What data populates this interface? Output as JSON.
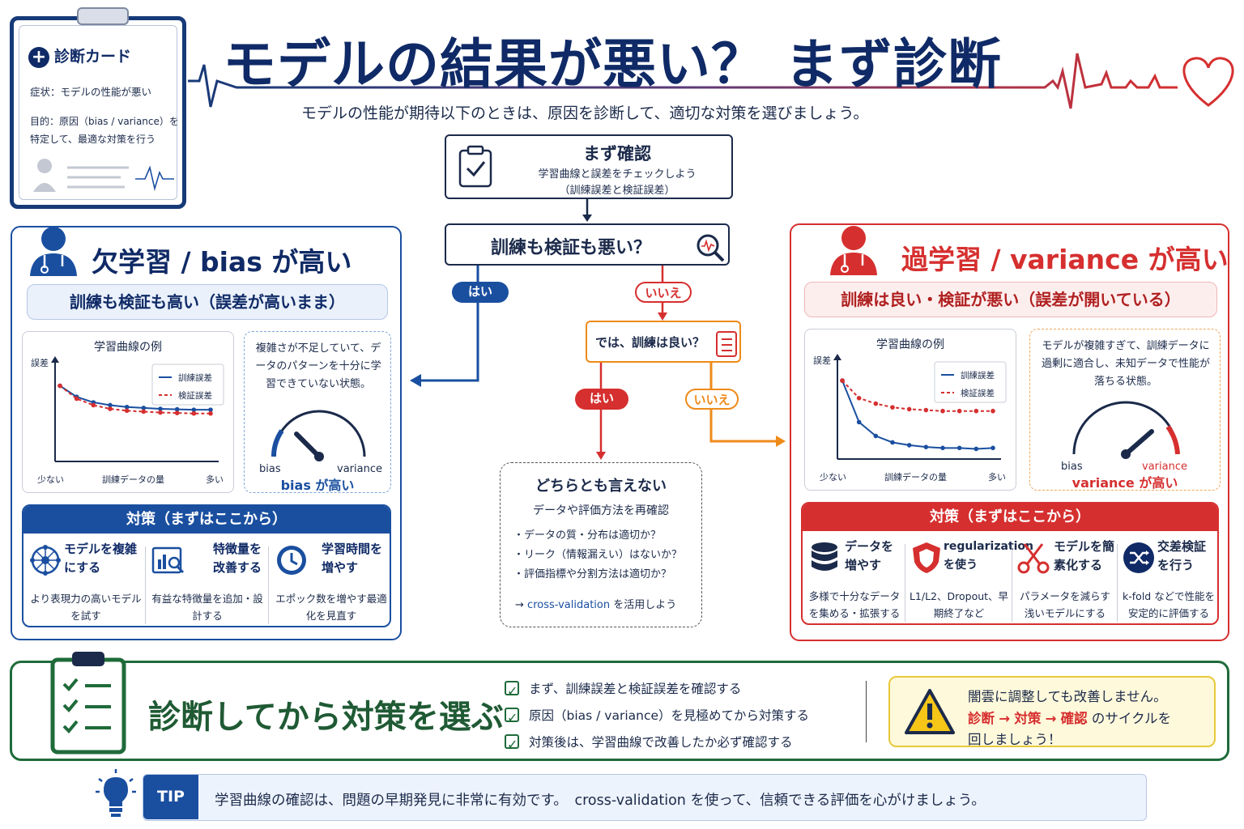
{
  "card": {
    "title": "診断カード",
    "symptom": "症状：モデルの性能が悪い",
    "purpose": "目的：原因（bias / variance）を特定して、最適な対策を行う"
  },
  "header": {
    "title": "モデルの結果が悪い？ まず診断",
    "subtitle": "モデルの性能が期待以下のときは、原因を診断して、適切な対策を選びましょう。"
  },
  "flow": {
    "check_title": "まず確認",
    "check_line1": "学習曲線と誤差をチェックしよう",
    "check_line2": "（訓練誤差と検証誤差）",
    "question1": "訓練も検証も悪い？",
    "yes1": "はい",
    "no1": "いいえ",
    "question2": "では、訓練は良い？",
    "yes2": "はい",
    "no2": "いいえ",
    "neither_title": "どちらとも言えない",
    "neither_sub": "データや評価方法を再確認",
    "neither_items": [
      "データの質・分布は適切か？",
      "リーク（情報漏えい）はないか？",
      "評価指標や分割方法は適切か？"
    ],
    "neither_arrow": "→",
    "neither_cv": "cross-validation",
    "neither_cv_tail": "を活用しよう"
  },
  "underfit": {
    "heading": "欠学習 / bias が高い",
    "band": "訓練も検証も高い（誤差が高いまま）",
    "chart_title": "学習曲線の例",
    "desc": "複雑さが不足していて、データのパターンを十分に学習できていない状態。",
    "gauge_left": "bias",
    "gauge_right": "variance",
    "gauge_result": "bias が高い",
    "measures_title": "対策（まずはここから）",
    "measures": [
      {
        "title": "モデルを複雑にする",
        "desc": "より表現力の高いモデルを試す",
        "icon": "network-icon"
      },
      {
        "title": "特徴量を改善する",
        "desc": "有益な特徴量を追加・設計する",
        "icon": "chart-search-icon"
      },
      {
        "title": "学習時間を増やす",
        "desc": "エポック数を増やす最適化を見直す",
        "icon": "clock-icon"
      }
    ]
  },
  "overfit": {
    "heading": "過学習 / variance が高い",
    "band": "訓練は良い・検証が悪い（誤差が開いている）",
    "chart_title": "学習曲線の例",
    "desc": "モデルが複雑すぎて、訓練データに過剰に適合し、未知データで性能が落ちる状態。",
    "gauge_left": "bias",
    "gauge_right": "variance",
    "gauge_result": "variance が高い",
    "measures_title": "対策（まずはここから）",
    "measures": [
      {
        "title": "データを増やす",
        "desc": "多様で十分なデータを集める・拡張する",
        "icon": "database-icon"
      },
      {
        "title": "regularizationを使う",
        "desc": "L1/L2、Dropout、早期終了など",
        "icon": "shield-icon"
      },
      {
        "title": "モデルを簡素化する",
        "desc": "パラメータを減らす浅いモデルにする",
        "icon": "scissors-icon"
      },
      {
        "title": "交差検証を行う",
        "desc": "k-fold などで性能を安定的に評価する",
        "icon": "shuffle-icon"
      }
    ]
  },
  "chart_data": [
    {
      "type": "line",
      "title": "学習曲線の例",
      "xlabel": "訓練データの量",
      "ylabel": "誤差",
      "x_ticks": [
        "少ない",
        "多い"
      ],
      "x": [
        1,
        2,
        3,
        4,
        5,
        6,
        7,
        8,
        9,
        10
      ],
      "series": [
        {
          "name": "訓練誤差",
          "values": [
            0.82,
            0.7,
            0.64,
            0.61,
            0.59,
            0.58,
            0.57,
            0.565,
            0.56,
            0.56
          ],
          "color": "#1a4fa0"
        },
        {
          "name": "検証誤差",
          "values": [
            0.82,
            0.68,
            0.61,
            0.57,
            0.55,
            0.54,
            0.53,
            0.525,
            0.52,
            0.52
          ],
          "color": "#d62f2f"
        }
      ],
      "ylim": [
        0,
        1
      ]
    },
    {
      "type": "line",
      "title": "学習曲線の例",
      "xlabel": "訓練データの量",
      "ylabel": "誤差",
      "x_ticks": [
        "少ない",
        "多い"
      ],
      "x": [
        1,
        2,
        3,
        4,
        5,
        6,
        7,
        8,
        9,
        10
      ],
      "series": [
        {
          "name": "訓練誤差",
          "values": [
            0.85,
            0.4,
            0.25,
            0.18,
            0.15,
            0.13,
            0.12,
            0.12,
            0.11,
            0.12
          ],
          "color": "#1a4fa0"
        },
        {
          "name": "検証誤差",
          "values": [
            0.85,
            0.66,
            0.6,
            0.56,
            0.54,
            0.53,
            0.52,
            0.52,
            0.52,
            0.52
          ],
          "color": "#d62f2f"
        }
      ],
      "ylim": [
        0,
        1
      ]
    }
  ],
  "bottom": {
    "headline": "診断してから対策を選ぶ",
    "checks": [
      "まず、訓練誤差と検証誤差を確認する",
      "原因（bias / variance）を見極めてから対策する",
      "対策後は、学習曲線で改善したか必ず確認する"
    ],
    "warn_line1": "闇雲に調整しても改善しません。",
    "warn_k1": "診断",
    "warn_arrow1": "→",
    "warn_k2": "対策",
    "warn_arrow2": "→",
    "warn_k3": "確認",
    "warn_tail": "のサイクルを",
    "warn_line3": "回しましょう！"
  },
  "tip": {
    "label": "TIP",
    "text": "学習曲線の確認は、問題の早期発見に非常に有効です。　cross-validation を使って、信頼できる評価を心がけましょう。"
  },
  "colors": {
    "navy": "#0f2a66",
    "blue": "#1a4fa0",
    "red": "#d62f2f",
    "orange": "#ee8a1a",
    "green": "#1f6b3a"
  }
}
